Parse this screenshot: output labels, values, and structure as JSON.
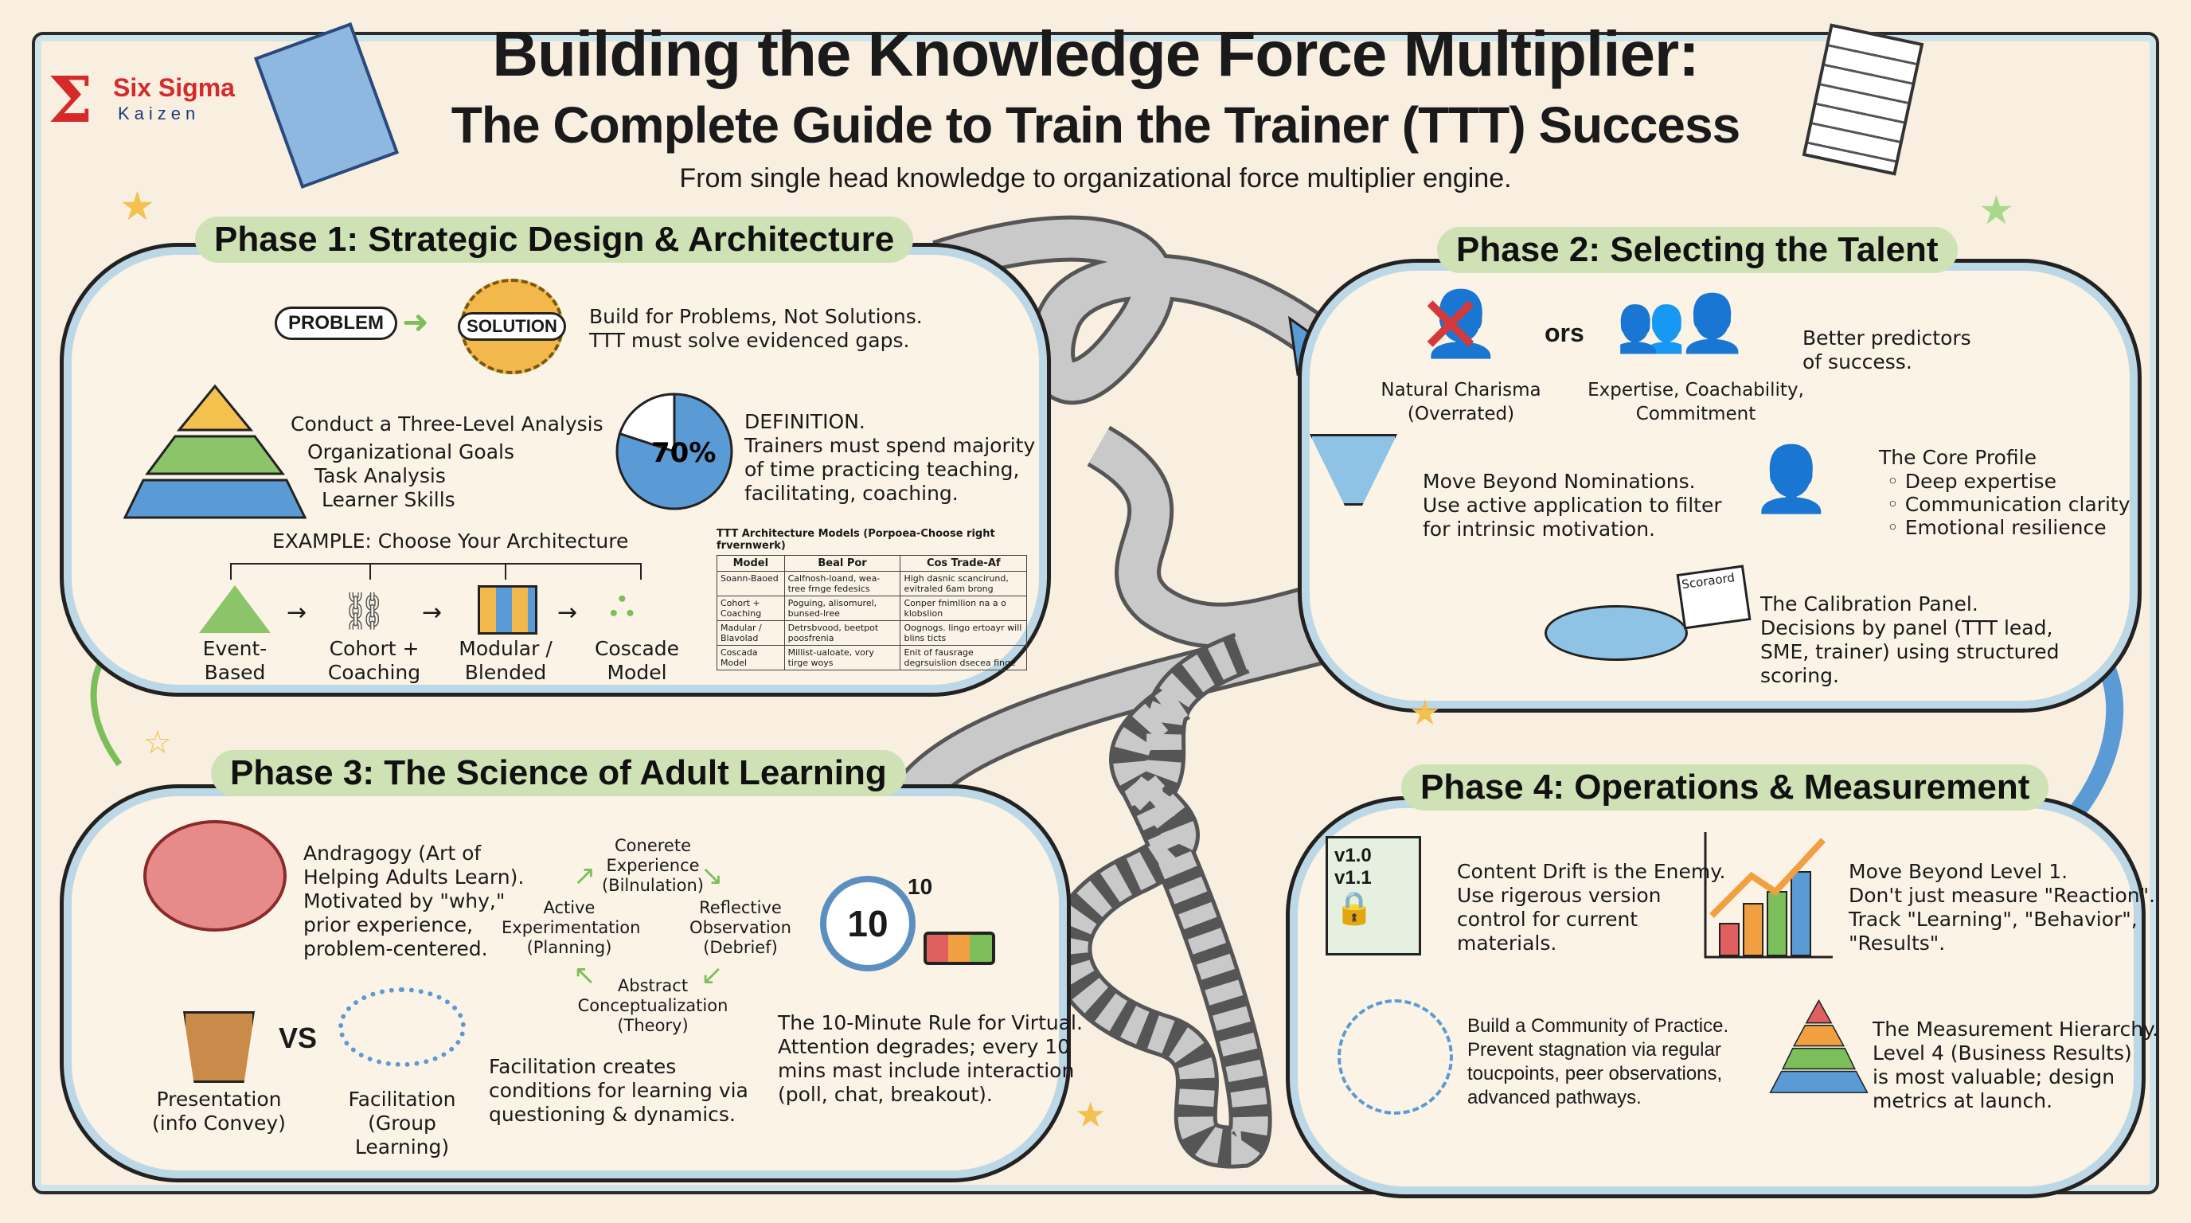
{
  "header": {
    "title_line1": "Building the Knowledge Force Multiplier:",
    "title_line2": "The Complete Guide to Train the Trainer (TTT) Success",
    "subtitle": "From single head knowledge to organizational force multiplier engine.",
    "logo": {
      "name": "Six Sigma",
      "sub": "Kaizen",
      "colors": {
        "red": "#d42a2a",
        "navy": "#1f3a7a"
      }
    }
  },
  "phase1": {
    "heading": "Phase 1: Strategic Design & Architecture",
    "problem": "PROBLEM",
    "solution": "SOLUTION",
    "problem_text": "Build for Problems, Not Solutions.\nTTT must solve evidenced gaps.",
    "analysis_title": "Conduct a Three-Level Analysis",
    "analysis_items": [
      "Organizational Goals",
      "Task Analysis",
      "Learner Skills"
    ],
    "pie_value": "70%",
    "pie_fraction": 0.7,
    "definition": "DEFINITION.\nTrainers must spend majority\nof time practicing teaching,\nfacilitating, coaching.",
    "example_title": "EXAMPLE: Choose Your Architecture",
    "models": [
      "Event-Based",
      "Cohort +\nCoaching",
      "Modular /\nBlended",
      "Coscade\nModel"
    ],
    "table": {
      "title": "TTT Architecture Models (Porpoea-Choose right frvernwerk)",
      "headers": [
        "Model",
        "Beal Por",
        "Cos Trade-Af"
      ],
      "rows": [
        [
          "Soann-Baoed",
          "Calfnosh-loand, wea-tree frnge fedesics",
          "High dasnic scancirund, evitraled 6am brong"
        ],
        [
          "Cohort + Coaching",
          "Poguing, alisomurel, bunsed-lree",
          "Conper fnimllion na a o klobslion"
        ],
        [
          "Madular / Blavolad",
          "Detrsbvood, beetpot poosfrenia",
          "Oognogs. lingo ertoayr will blins ticts"
        ],
        [
          "Coscada Model",
          "Millist-ualoate, vory tirge woys",
          "Enit of fausrage degrsuislion dsecea finge"
        ]
      ]
    }
  },
  "phase2": {
    "heading": "Phase 2: Selecting the Talent",
    "charisma": "Natural Charisma\n(Overrated)",
    "ors": "ors",
    "expertise": "Expertise, Coachability,\nCommitment",
    "predictors": "Better predictors\nof success.",
    "nominations": "Move Beyond Nominations.\nUse active application to filter\nfor intrinsic motivation.",
    "core_title": "The Core Profile",
    "core_items": [
      "Deep expertise",
      "Communication clarity",
      "Emotional resilience"
    ],
    "scorecard": "Scoraord",
    "calibration": "The Calibration Panel.\nDecisions by panel (TTT lead,\nSME, trainer) using structured\nscoring."
  },
  "phase3": {
    "heading": "Phase 3: The Science of Adult Learning",
    "andragogy": "Andragogy (Art of\nHelping Adults Learn).\nMotivated by \"why,\"\nprior experience,\nproblem-centered.",
    "presentation": "Presentation\n(info Convey)",
    "vs": "VS",
    "facilitation": "Facilitation\n(Group Learning)",
    "facilitation_text": "Facilitation creates\nconditions for learning via\nquestioning & dynamics.",
    "cycle": [
      "Conerete\nExperience\n(Bilnulation)",
      "Reflective\nObservation\n(Debrief)",
      "Abstract\nConceptualization\n(Theory)",
      "Active\nExperimentation\n(Planning)"
    ],
    "timer": "10",
    "timer_label": "10",
    "ten_minute": "The 10-Minute Rule for Virtual.\nAttention degrades; every 10\nmins mast include interaction\n(poll, chat, breakout)."
  },
  "phase4": {
    "heading": "Phase 4: Operations & Measurement",
    "versions": [
      "v1.0",
      "v1.1"
    ],
    "drift": "Content Drift is the Enemy.\nUse rigerous version\ncontrol for current\nmaterials.",
    "level1": "Move Beyond Level 1.\nDon't just measure \"Reaction\".\nTrack \"Learning\", \"Behavior\",\n\"Results\".",
    "community": "Build a Community of Practice.\nPrevent stagnation via regular\ntoucpoints, peer observations,\nadvanced pathways.",
    "hierarchy": "The Measurement Hierarchy.\nLevel 4 (Business Results)\nis most valuable; design\nmetrics at launch."
  },
  "colors": {
    "background": "#f8efe0",
    "heading_bg": "#cfe2b5",
    "accent_blue": "#5b9bd5",
    "green": "#7cbf5a",
    "road": "#9a9a9a"
  }
}
